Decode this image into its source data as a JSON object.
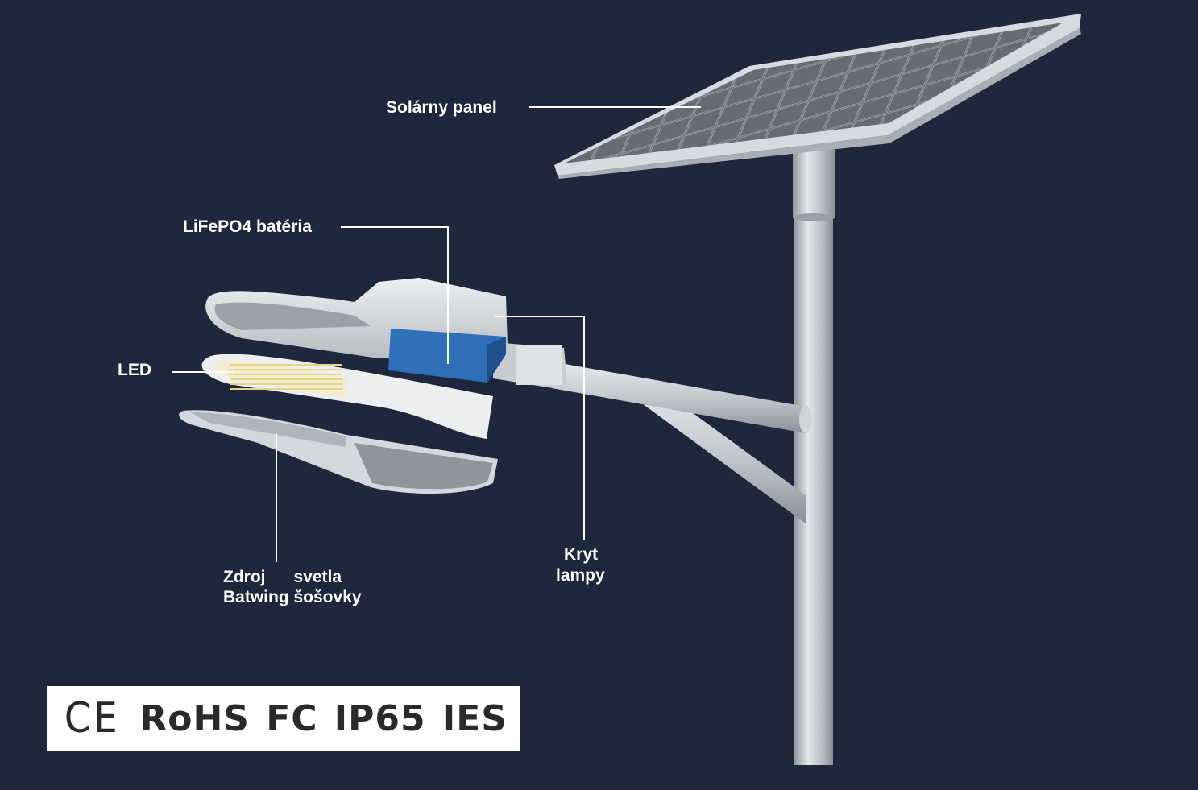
{
  "labels": {
    "solar_panel": "Solárny panel",
    "battery": "LiFePO4 batéria",
    "led": "LED",
    "source_line1": "Zdroj      svetla",
    "source_line2": "Batwing šošovky",
    "cover_line1": "Kryt",
    "cover_line2": "lampy"
  },
  "certifications": [
    "CE",
    "RoHS",
    "FC",
    "IP65",
    "IES"
  ],
  "colors": {
    "background": "#1e273b",
    "battery_blue": "#2f6fb8",
    "pole": "#c4cad0",
    "panel_cells": "#6b7179",
    "leader_lines": "#ffffff"
  }
}
